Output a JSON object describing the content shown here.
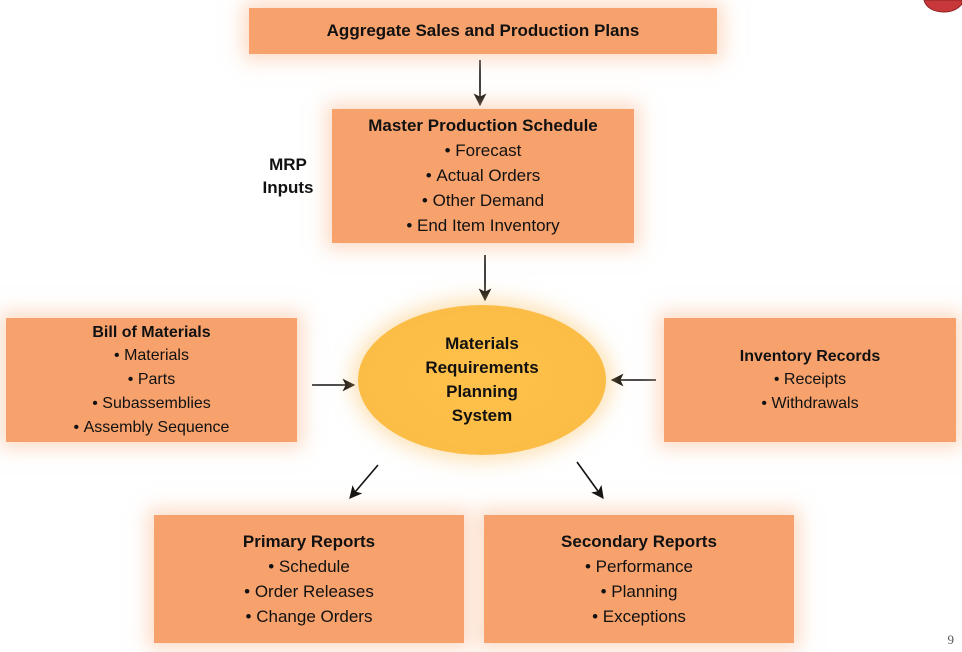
{
  "top_box": {
    "title": "Aggregate Sales and Production Plans"
  },
  "mps_box": {
    "title": "Master Production Schedule",
    "items": [
      "Forecast",
      "Actual Orders",
      "Other Demand",
      "End Item Inventory"
    ]
  },
  "mrp_inputs_label": {
    "line1": "MRP",
    "line2": "Inputs"
  },
  "bom_box": {
    "title": "Bill of Materials",
    "items": [
      "Materials",
      "Parts",
      "Subassemblies",
      "Assembly Sequence"
    ]
  },
  "center": {
    "lines": [
      "Materials",
      "Requirements",
      "Planning",
      "System"
    ]
  },
  "inventory_box": {
    "title": "Inventory Records",
    "items": [
      "Receipts",
      "Withdrawals"
    ]
  },
  "primary_box": {
    "title": "Primary Reports",
    "items": [
      "Schedule",
      "Order Releases",
      "Change Orders"
    ]
  },
  "secondary_box": {
    "title": "Secondary Reports",
    "items": [
      "Performance",
      "Planning",
      "Exceptions"
    ]
  },
  "page_number": "9",
  "colors": {
    "box_fill": "#f7a26d",
    "ellipse_fill": "#fbbd45",
    "arrow": "#111111",
    "corner_shape": "#c8383a"
  }
}
